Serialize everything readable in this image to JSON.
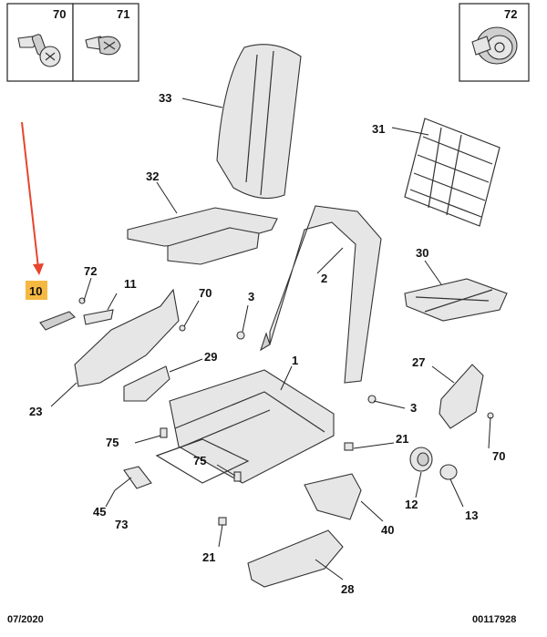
{
  "insets": [
    {
      "num": "70",
      "icon": "screw-icon"
    },
    {
      "num": "71",
      "icon": "clip-icon"
    },
    {
      "num": "72",
      "icon": "grommet-icon"
    }
  ],
  "callouts": {
    "c33": "33",
    "c31": "31",
    "c32": "32",
    "c2": "2",
    "c30": "30",
    "c72": "72",
    "c11": "11",
    "c10": "10",
    "c70a": "70",
    "c3a": "3",
    "c29": "29",
    "c27": "27",
    "c1": "1",
    "c3b": "3",
    "c23": "23",
    "c21a": "21",
    "c70b": "70",
    "c75a": "75",
    "c75b": "75",
    "c12": "12",
    "c45": "45",
    "c73": "73",
    "c13": "13",
    "c40": "40",
    "c21b": "21",
    "c28": "28"
  },
  "highlight": {
    "color": "#f5b942",
    "arrow_color": "#e8452c"
  },
  "footer": {
    "date": "07/2020",
    "ref": "00117928"
  }
}
